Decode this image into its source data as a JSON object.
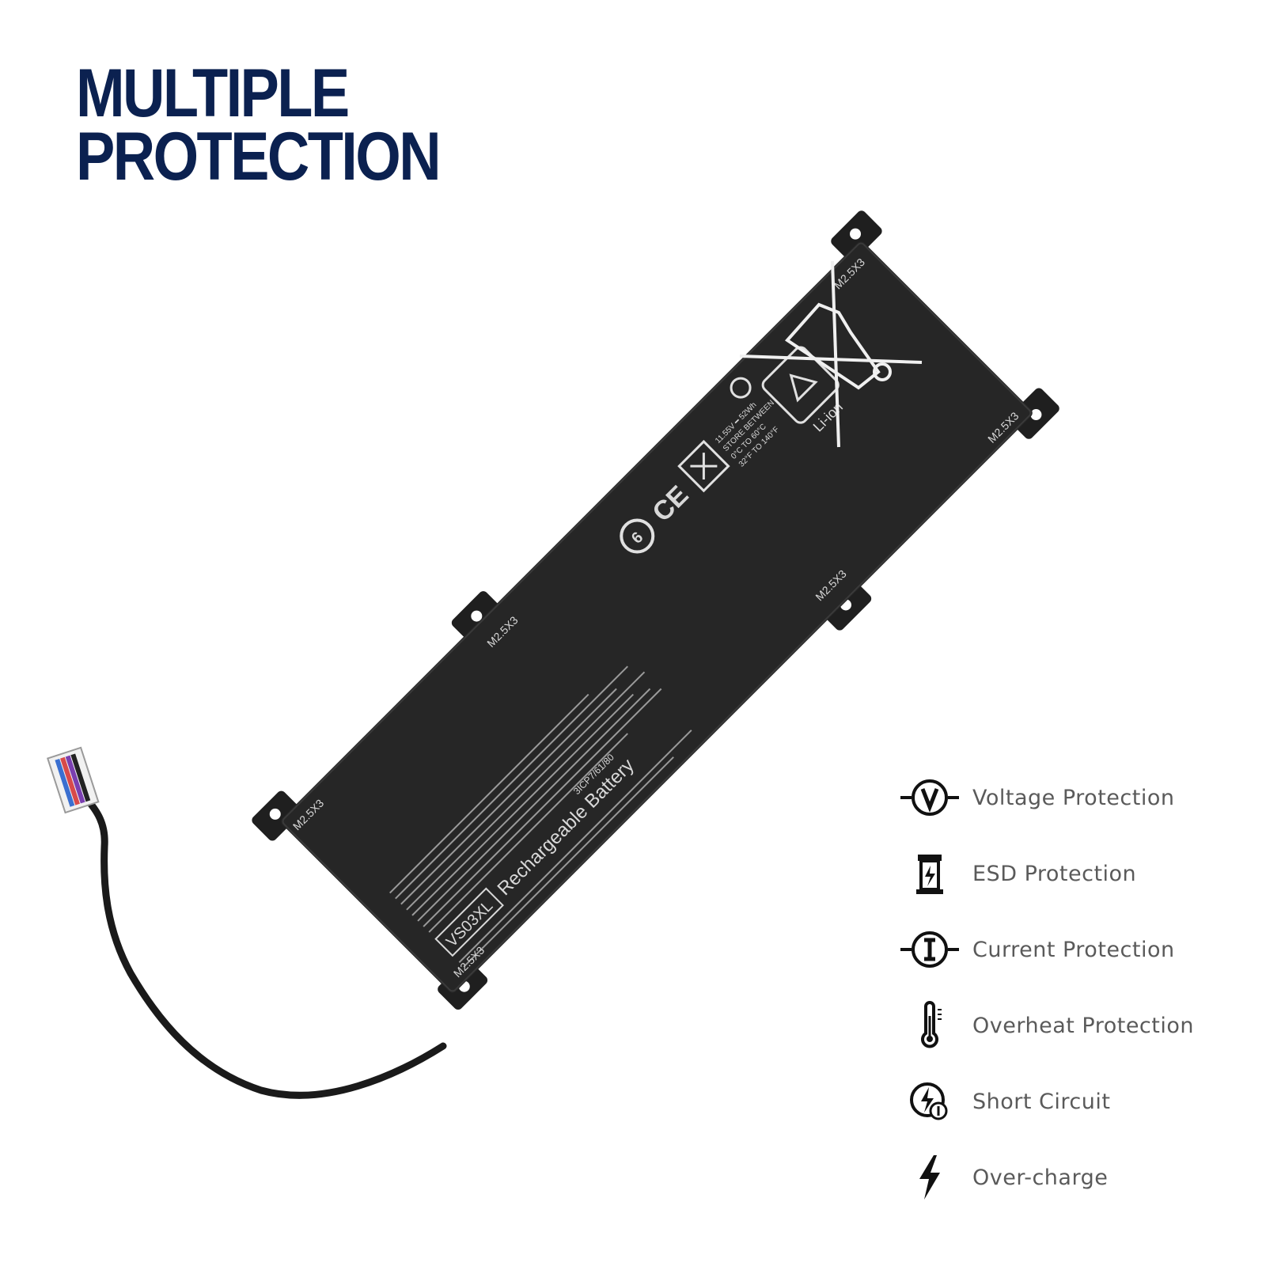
{
  "headline": {
    "line1": "MULTIPLE",
    "line2": "PROTECTION"
  },
  "battery": {
    "model": "VS03XL",
    "title": "Rechargeable Battery",
    "screw_label": "M2.5X3",
    "cell_type": "Li-ion",
    "cell_code": "3ICP7/61/80",
    "spec": "11.55V ━ 52Wh",
    "store_line1": "STORE BETWEEN",
    "store_line2": "0°C TO 60°C",
    "store_line3": "32°F TO 140°F"
  },
  "features": [
    {
      "icon": "voltage-icon",
      "label": "Voltage Protection"
    },
    {
      "icon": "esd-icon",
      "label": "ESD Protection"
    },
    {
      "icon": "current-icon",
      "label": "Current Protection"
    },
    {
      "icon": "thermometer-icon",
      "label": "Overheat Protection"
    },
    {
      "icon": "short-circuit-icon",
      "label": "Short Circuit"
    },
    {
      "icon": "lightning-icon",
      "label": "Over-charge"
    }
  ]
}
